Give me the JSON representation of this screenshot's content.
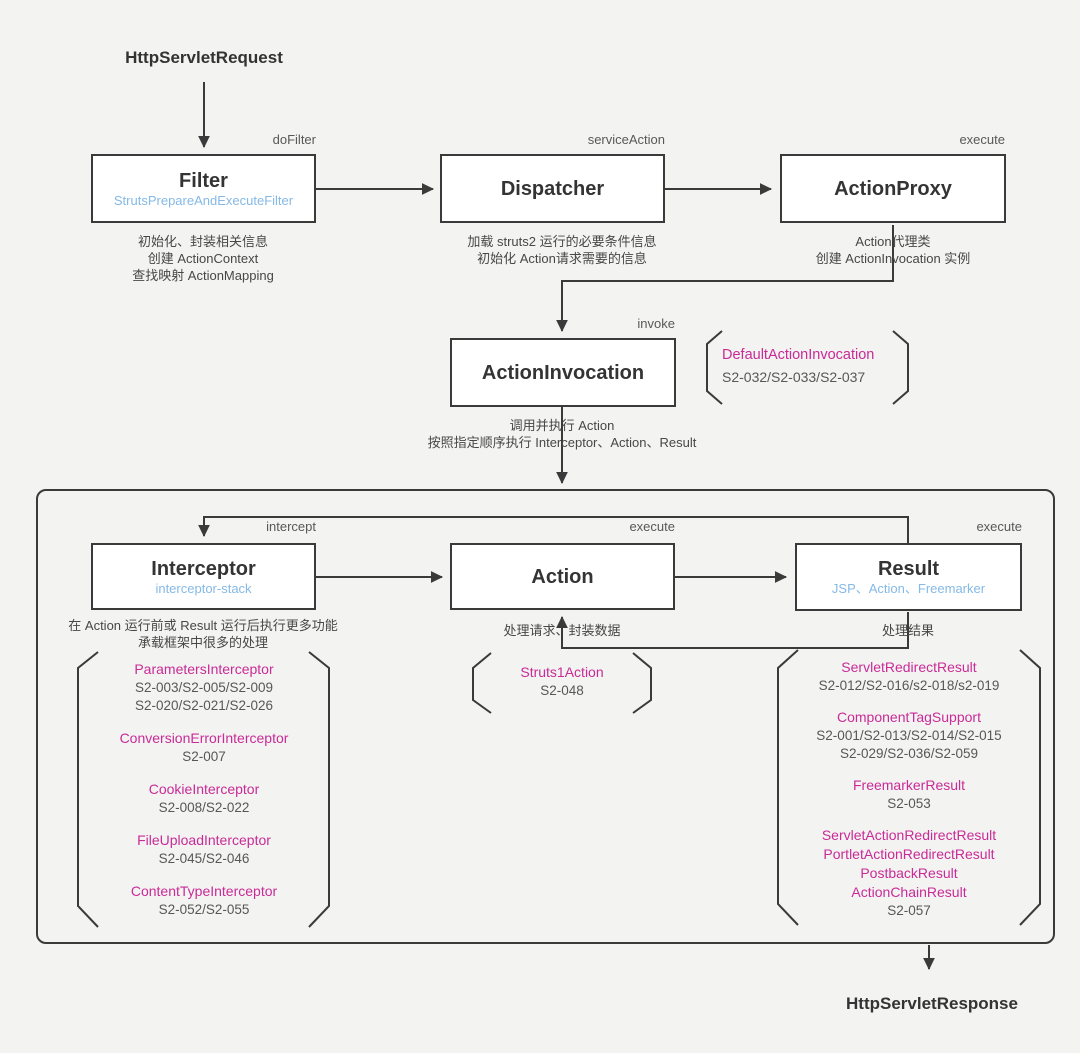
{
  "colors": {
    "accent_blue": "#85b9e6",
    "accent_magenta": "#c92b97"
  },
  "endpoints": {
    "request": "HttpServletRequest",
    "response": "HttpServletResponse"
  },
  "filter": {
    "method": "doFilter",
    "title": "Filter",
    "subtitle": "StrutsPrepareAndExecuteFilter",
    "note1": "初始化、封装相关信息",
    "note2": "创建 ActionContext",
    "note3": "查找映射 ActionMapping"
  },
  "dispatcher": {
    "method": "serviceAction",
    "title": "Dispatcher",
    "note1": "加载 struts2 运行的必要条件信息",
    "note2": "初始化 Action请求需要的信息"
  },
  "action_proxy": {
    "method": "execute",
    "title": "ActionProxy",
    "note1": "Action代理类",
    "note2": "创建 ActionInvocation 实例"
  },
  "action_invocation": {
    "method": "invoke",
    "title": "ActionInvocation",
    "impl": "DefaultActionInvocation",
    "impl_cves": "S2-032/S2-033/S2-037",
    "note1": "调用并执行 Action",
    "note2": "按照指定顺序执行 Interceptor、Action、Result"
  },
  "interceptor": {
    "method": "intercept",
    "title": "Interceptor",
    "subtitle": "interceptor-stack",
    "note1": "在 Action 运行前或 Result 运行后执行更多功能",
    "note2": "承载框架中很多的处理"
  },
  "action": {
    "method": "execute",
    "title": "Action",
    "note": "处理请求、封装数据"
  },
  "result": {
    "method": "execute",
    "title": "Result",
    "subtitle": "JSP、Action、Freemarker",
    "note": "处理结果"
  },
  "interceptor_vulns": [
    {
      "names": [
        "ParametersInterceptor"
      ],
      "cves": [
        "S2-003/S2-005/S2-009",
        "S2-020/S2-021/S2-026"
      ]
    },
    {
      "names": [
        "ConversionErrorInterceptor"
      ],
      "cves": [
        "S2-007"
      ]
    },
    {
      "names": [
        "CookieInterceptor"
      ],
      "cves": [
        "S2-008/S2-022"
      ]
    },
    {
      "names": [
        "FileUploadInterceptor"
      ],
      "cves": [
        "S2-045/S2-046"
      ]
    },
    {
      "names": [
        "ContentTypeInterceptor"
      ],
      "cves": [
        "S2-052/S2-055"
      ]
    }
  ],
  "action_vulns": [
    {
      "names": [
        "Struts1Action"
      ],
      "cves": [
        "S2-048"
      ]
    }
  ],
  "result_vulns": [
    {
      "names": [
        "ServletRedirectResult"
      ],
      "cves": [
        "S2-012/S2-016/s2-018/s2-019"
      ]
    },
    {
      "names": [
        "ComponentTagSupport"
      ],
      "cves": [
        "S2-001/S2-013/S2-014/S2-015",
        "S2-029/S2-036/S2-059"
      ]
    },
    {
      "names": [
        "FreemarkerResult"
      ],
      "cves": [
        "S2-053"
      ]
    },
    {
      "names": [
        "ServletActionRedirectResult",
        "PortletActionRedirectResult",
        "PostbackResult",
        "ActionChainResult"
      ],
      "cves": [
        "S2-057"
      ]
    }
  ]
}
